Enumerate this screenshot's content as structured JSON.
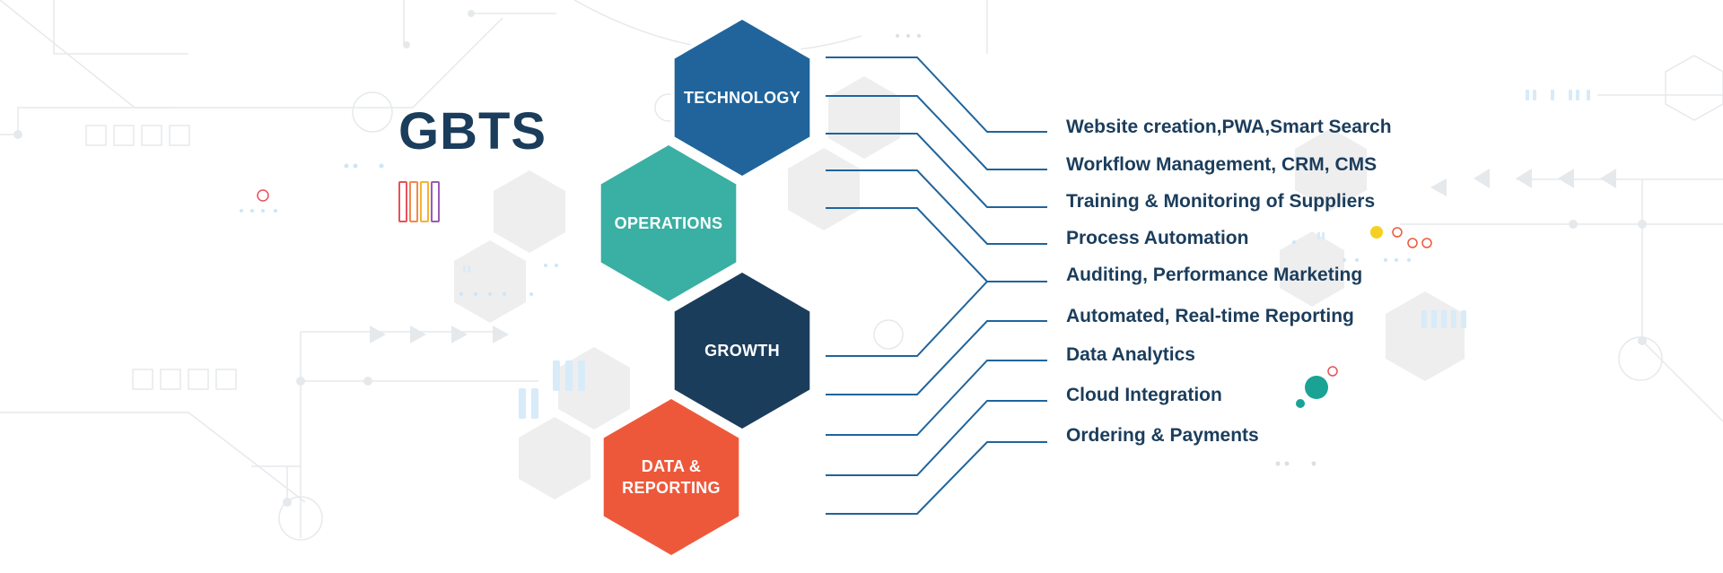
{
  "brand": {
    "title": "GBTS",
    "bar_colors": [
      "#e8505b",
      "#f08a4b",
      "#f5b335",
      "#9b59b6"
    ]
  },
  "categories": [
    {
      "id": "technology",
      "lines": [
        "TECHNOLOGY"
      ],
      "color": "#20649b"
    },
    {
      "id": "operations",
      "lines": [
        "OPERATIONS"
      ],
      "color": "#3aafa3"
    },
    {
      "id": "growth",
      "lines": [
        "GROWTH"
      ],
      "color": "#1b3d5c"
    },
    {
      "id": "data-reporting",
      "lines": [
        "DATA &",
        "REPORTING"
      ],
      "color": "#ee583a"
    }
  ],
  "services": [
    {
      "label": "Website creation,PWA,Smart Search"
    },
    {
      "label": "Workflow Management, CRM, CMS"
    },
    {
      "label": "Training & Monitoring of Suppliers"
    },
    {
      "label": "Process Automation"
    },
    {
      "label": "Auditing, Performance Marketing"
    },
    {
      "label": "Automated, Real-time Reporting"
    },
    {
      "label": "Data Analytics"
    },
    {
      "label": "Cloud Integration"
    },
    {
      "label": "Ordering & Payments"
    }
  ],
  "colors": {
    "connector": "#20649b",
    "text": "#1b3d5c",
    "decor_gray": "#eeeeee",
    "decor_line": "#e6e9ec",
    "accent_yellow": "#f5d020",
    "accent_red": "#e8505b",
    "accent_teal": "#1aa394",
    "accent_lightblue": "#cde6f7"
  }
}
